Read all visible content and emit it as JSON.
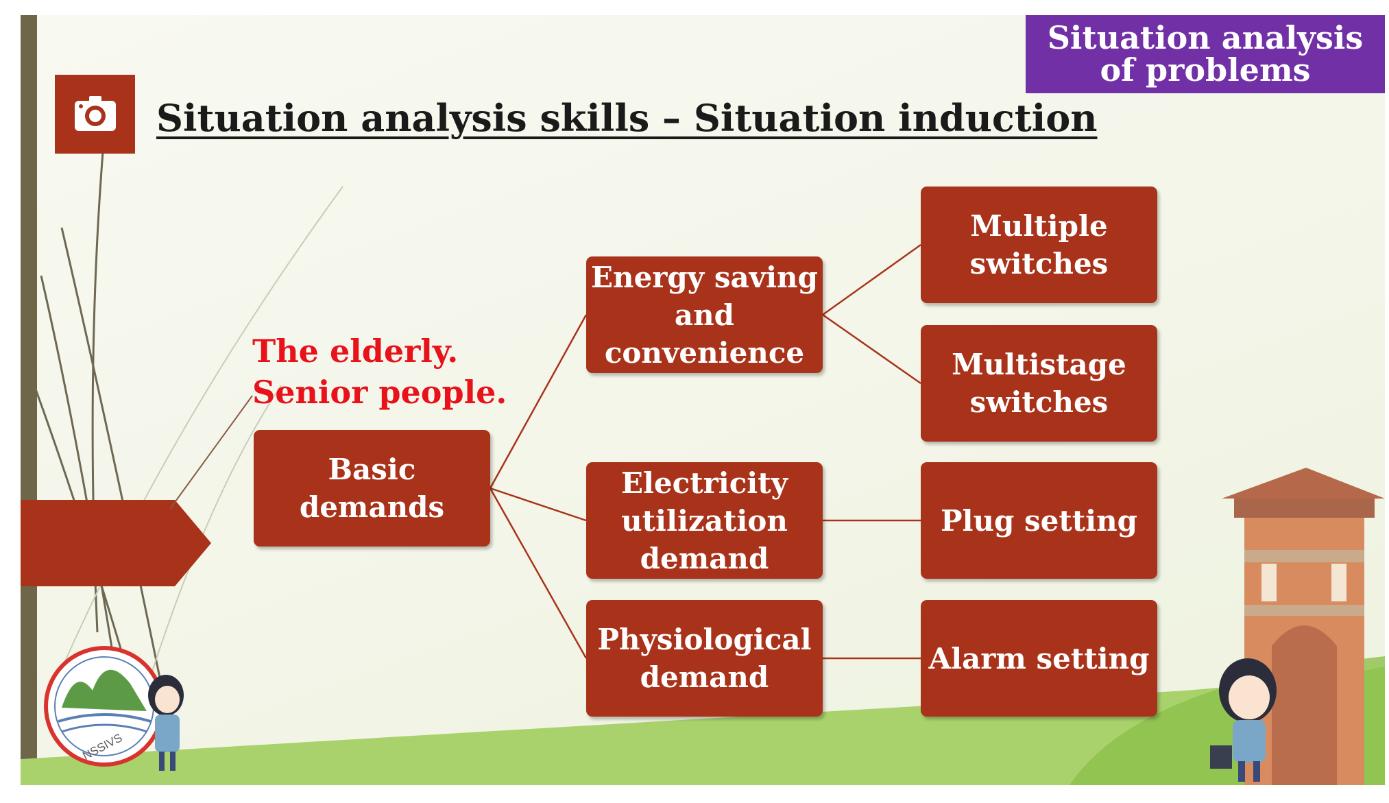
{
  "slide": {
    "tag_label": "Situation analysis of problems",
    "title": "Situation analysis skills – Situation induction",
    "note": "The elderly.\nSenior people.",
    "logo_text": "NSSIVS"
  },
  "diagram": {
    "nodes": [
      {
        "id": "basic",
        "label": "Basic demands"
      },
      {
        "id": "energy",
        "label": "Energy saving\nand\nconvenience"
      },
      {
        "id": "electricity",
        "label": "Electricity\nutilization\ndemand"
      },
      {
        "id": "physio",
        "label": "Physiological\ndemand"
      },
      {
        "id": "multiple",
        "label": "Multiple\nswitches"
      },
      {
        "id": "multistage",
        "label": "Multistage\nswitches"
      },
      {
        "id": "plug",
        "label": "Plug setting"
      },
      {
        "id": "alarm",
        "label": "Alarm setting"
      }
    ],
    "edges": [
      {
        "from": "basic",
        "to": "energy"
      },
      {
        "from": "basic",
        "to": "electricity"
      },
      {
        "from": "basic",
        "to": "physio"
      },
      {
        "from": "energy",
        "to": "multiple"
      },
      {
        "from": "energy",
        "to": "multistage"
      },
      {
        "from": "electricity",
        "to": "plug"
      },
      {
        "from": "physio",
        "to": "alarm"
      }
    ]
  },
  "colors": {
    "node_fill": "#a8331a",
    "tag_fill": "#7130a6",
    "note_text": "#e8121b",
    "grass": "#a9d26c"
  },
  "icons": [
    "camera-icon",
    "school-logo-icon",
    "girl-character-icon",
    "tower-building-icon"
  ]
}
